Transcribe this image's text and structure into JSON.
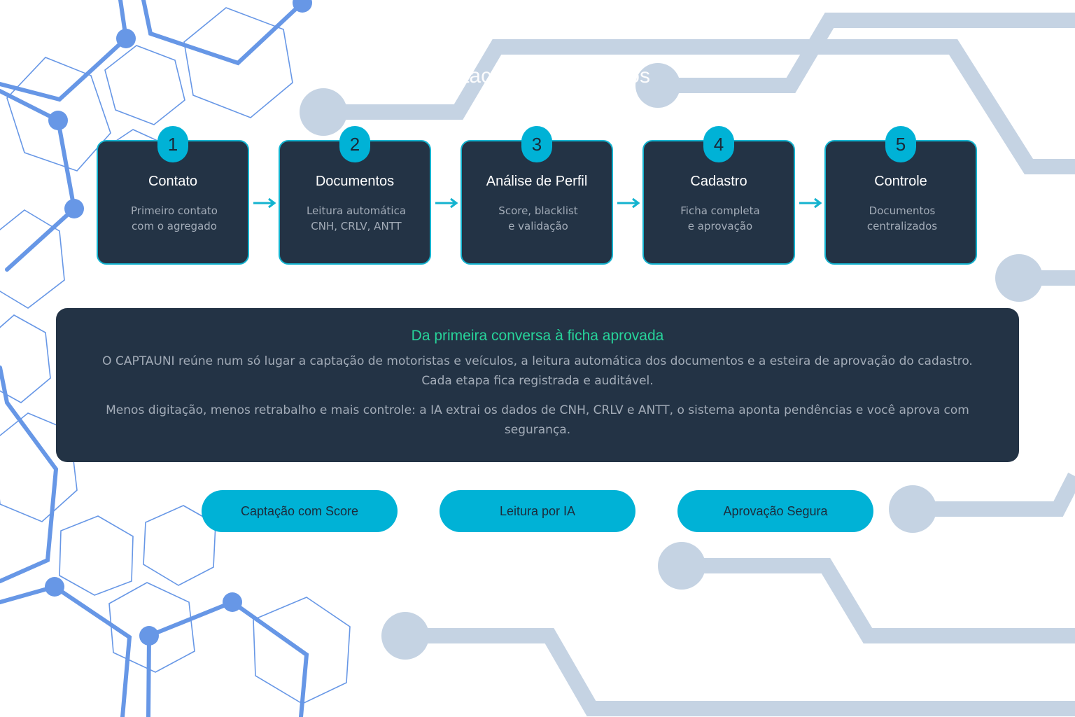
{
  "header": {
    "title": "Captação de Agregados"
  },
  "steps": [
    {
      "number": "1",
      "title": "Contato",
      "desc_line1": "Primeiro contato",
      "desc_line2": "com o agregado"
    },
    {
      "number": "2",
      "title": "Documentos",
      "desc_line1": "Leitura automática",
      "desc_line2": "CNH, CRLV, ANTT"
    },
    {
      "number": "3",
      "title": "Análise de Perfil",
      "desc_line1": "Score, blacklist",
      "desc_line2": "e validação"
    },
    {
      "number": "4",
      "title": "Cadastro",
      "desc_line1": "Ficha completa",
      "desc_line2": "e aprovação"
    },
    {
      "number": "5",
      "title": "Controle",
      "desc_line1": "Documentos",
      "desc_line2": "centralizados"
    }
  ],
  "info": {
    "title": "Da primeira conversa à ficha aprovada",
    "paragraph1": "O CAPTAUNI reúne num só lugar a captação de motoristas e veículos, a leitura automática dos documentos e a esteira de aprovação do cadastro. Cada etapa fica registrada e auditável.",
    "paragraph2": "Menos digitação, menos retrabalho e mais controle: a IA extrai os dados de CNH, CRLV e ANTT, o sistema aponta pendências e você aprova com segurança."
  },
  "features": [
    {
      "label": "Captação com Score"
    },
    {
      "label": "Leitura por IA"
    },
    {
      "label": "Aprovação Segura"
    }
  ],
  "colors": {
    "card_bg": "#233345",
    "accent_cyan": "#00b2d6",
    "accent_green": "#27d39a",
    "circuit": "#c5d3e3",
    "hex_blue": "#6797e6"
  }
}
